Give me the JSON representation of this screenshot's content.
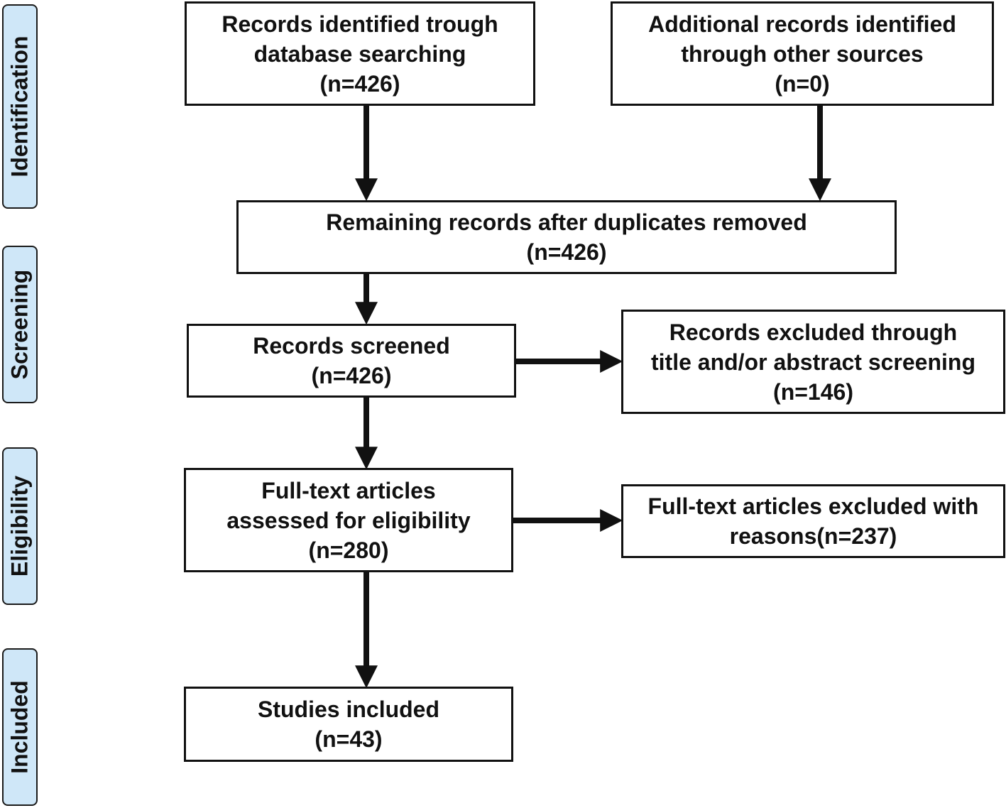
{
  "stages": {
    "identification": "Identification",
    "screening": "Screening",
    "eligibility": "Eligibility",
    "included": "Included"
  },
  "boxes": {
    "database_search": {
      "line1": "Records identified trough",
      "line2": "database searching",
      "count": "(n=426)"
    },
    "other_sources": {
      "line1": "Additional records identified",
      "line2": "through other sources",
      "count": "(n=0)"
    },
    "duplicates_removed": {
      "line1": "Remaining records after duplicates removed",
      "count": "(n=426)"
    },
    "screened": {
      "line1": "Records screened",
      "count": "(n=426)"
    },
    "excluded_title_abstract": {
      "line1": "Records excluded through",
      "line2": "title and/or abstract screening",
      "count": "(n=146)"
    },
    "full_text_assessed": {
      "line1": "Full-text articles",
      "line2": "assessed for eligibility",
      "count": "(n=280)"
    },
    "full_text_excluded": {
      "line1": "Full-text articles excluded with",
      "line2": "reasons(n=237)"
    },
    "included": {
      "line1": "Studies included",
      "count": "(n=43)"
    }
  },
  "colors": {
    "stage_fill": "#cfe7f8",
    "border": "#111111",
    "arrow": "#111111"
  }
}
